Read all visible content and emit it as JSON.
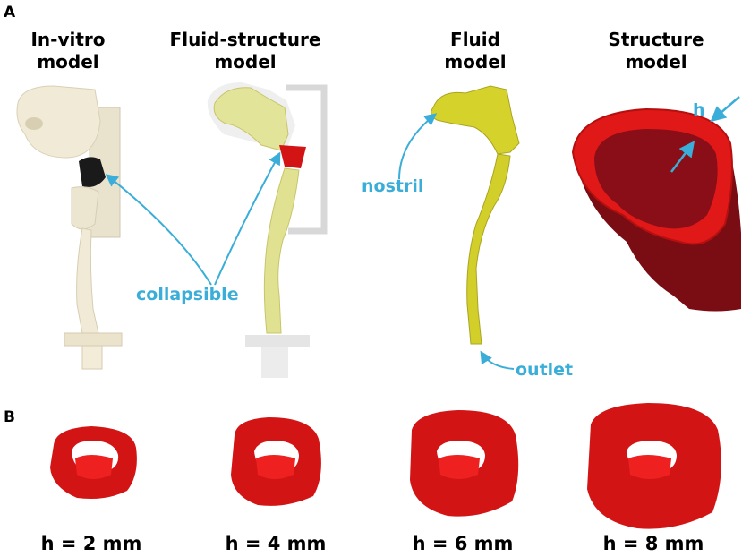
{
  "panel_a": {
    "letter": "A",
    "columns": [
      {
        "line1": "In-vitro",
        "line2": "model"
      },
      {
        "line1": "Fluid-structure",
        "line2": "model"
      },
      {
        "line1": "Fluid",
        "line2": "model"
      },
      {
        "line1": "Structure",
        "line2": "model"
      }
    ],
    "callouts": {
      "collapsible": "collapsible",
      "nostril": "nostril",
      "outlet": "outlet",
      "thickness": "h"
    }
  },
  "panel_b": {
    "letter": "B",
    "thickness_labels": [
      "h = 2 mm",
      "h = 4 mm",
      "h = 6 mm",
      "h = 8 mm"
    ]
  },
  "colors": {
    "callout": "#3aaed8",
    "wall_red": "#d21414",
    "fluid_yellow": "#d6d22c",
    "invitro_cream": "#f1ead6"
  }
}
